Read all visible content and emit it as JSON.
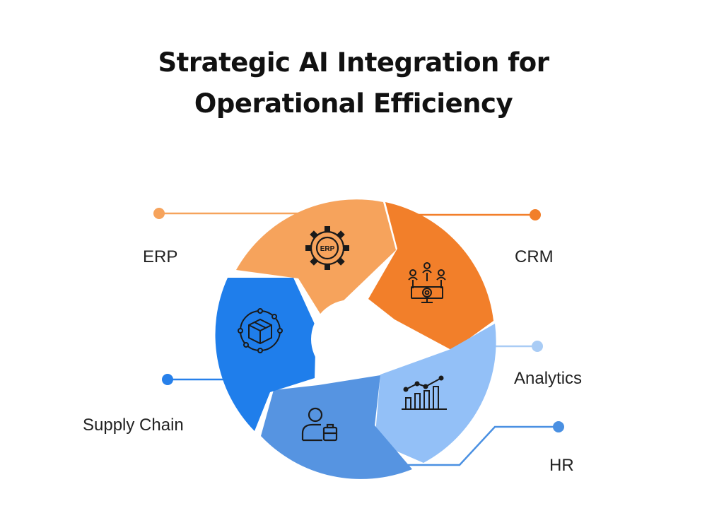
{
  "title": {
    "line1": "Strategic AI Integration for",
    "line2": "Operational Efficiency"
  },
  "segments": [
    {
      "id": "erp",
      "label": "ERP",
      "color": "#F6A35C",
      "icon": "erp-gear-icon",
      "icon_text": "ERP"
    },
    {
      "id": "crm",
      "label": "CRM",
      "color": "#F27F2A",
      "icon": "network-people-gear-icon"
    },
    {
      "id": "analytics",
      "label": "Analytics",
      "color": "#93C0F7",
      "icon": "bar-line-chart-icon"
    },
    {
      "id": "hr",
      "label": "HR",
      "color": "#5694E1",
      "icon": "person-briefcase-icon"
    },
    {
      "id": "supply",
      "label": "Supply Chain",
      "color": "#1F7EEB",
      "icon": "package-network-icon"
    }
  ],
  "colors": {
    "erp_line": "#F6A35C",
    "crm_line": "#F27F2A",
    "analytics_line": "#A9CCF5",
    "hr_line": "#4A90E2",
    "supply_line": "#2780EA"
  }
}
